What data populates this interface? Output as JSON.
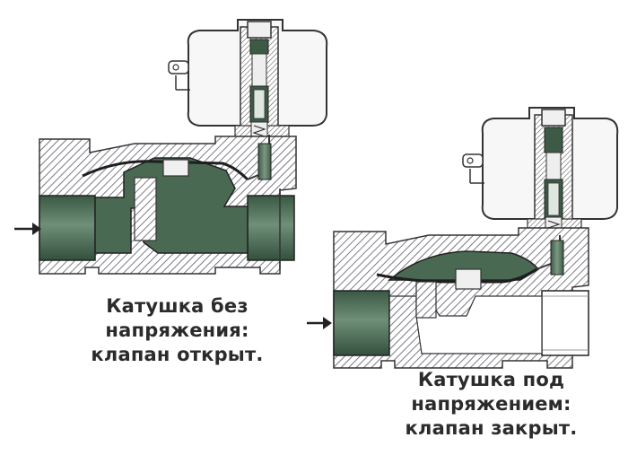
{
  "colors": {
    "body_hatch": "#5a5a66",
    "flow_fill": "#3f5e4a",
    "flow_highlight": "#7f9c86",
    "coil_fill": "#f7f7f7",
    "coil_stroke": "#333333",
    "caption_text": "#2b2b2b"
  },
  "valve_open": {
    "state": "open",
    "caption_lines": [
      "Катушка без",
      "напряжения:",
      "клапан открыт."
    ]
  },
  "valve_closed": {
    "state": "closed",
    "caption_lines": [
      "Катушка под",
      "напряжением:",
      "клапан закрыт."
    ]
  },
  "icons": [
    "flow-arrow-icon",
    "terminal-icon"
  ]
}
